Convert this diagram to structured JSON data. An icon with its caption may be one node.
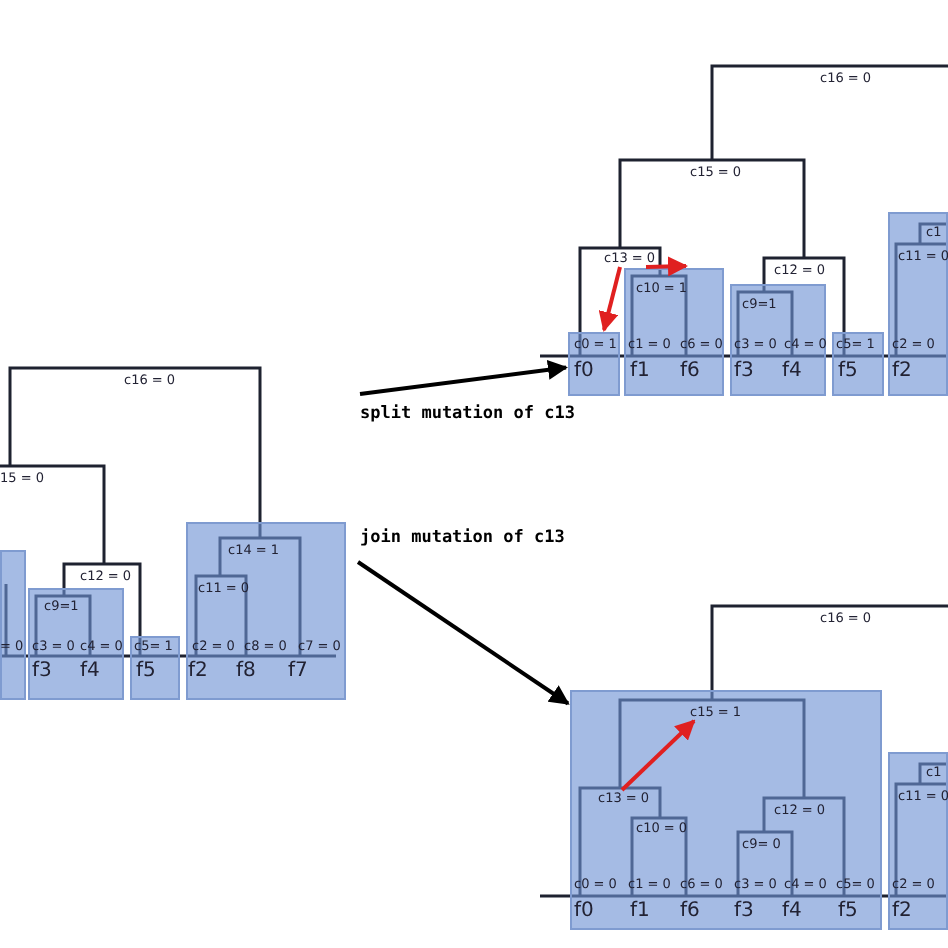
{
  "diagram": {
    "nodes": [
      {
        "text": [
          "= 0"
        ]
      },
      {
        "text": [
          "c9=1",
          "c3 = 0",
          "c4 = 0",
          "f3",
          "f4"
        ]
      },
      {
        "text": [
          "c5= 1",
          "f5"
        ]
      },
      {
        "text": [
          "c14 = 1",
          "c11 = 0",
          "c2 = 0",
          "c8 = 0",
          "c7 = 0",
          "f2",
          "f8",
          "f7"
        ]
      },
      {
        "text": [
          "c0 = 1",
          "f0"
        ]
      },
      {
        "text": [
          "c10 = 1",
          "c1 = 0",
          "c6 = 0",
          "f1",
          "f6"
        ]
      },
      {
        "text": [
          "c9=1",
          "c3 = 0",
          "c4 = 0",
          "f3",
          "f4"
        ]
      },
      {
        "text": [
          "c5= 1",
          "f5"
        ]
      },
      {
        "text": [
          "c1",
          "c11 = 0",
          "c2 = 0",
          "f2"
        ]
      },
      {
        "text": [
          "c13 = 0"
        ]
      },
      {
        "text": [
          "c12 = 0",
          "c10 = 0",
          "c9= 0",
          "c0 = 0",
          "c1 = 0",
          "c6 = 0",
          "c3 = 0",
          "c4 = 0",
          "c5= 0",
          "f0",
          "f1",
          "f6",
          "f3",
          "f4",
          "f5"
        ]
      },
      {
        "text": [
          "c13 = 0"
        ],
        "in": 10
      },
      {
        "text": [
          "c15 = 1"
        ],
        "in": 10
      },
      {
        "text": [
          "c1",
          "c11 = 0",
          "c2 = 0",
          "f2"
        ]
      }
    ],
    "edges": [
      {
        "from": null,
        "to": 4,
        "arrow": "to",
        "label": "split mutation of c13",
        "color": "#000000"
      },
      {
        "from": 3,
        "to": 10,
        "arrow": "to",
        "label": "join mutation of c13",
        "color": "#000000"
      },
      {
        "from": 9,
        "to": 4,
        "arrow": "to",
        "color": "#e02020"
      },
      {
        "from": 9,
        "to": 5,
        "arrow": "to",
        "color": "#e02020"
      },
      {
        "from": 11,
        "to": 12,
        "arrow": "to",
        "color": "#e02020"
      }
    ],
    "labels": [
      "c16 = 0",
      "15 = 0",
      "c12 = 0",
      "c16 = 0",
      "c15 = 0",
      "c12 = 0",
      "c16 = 0"
    ]
  }
}
